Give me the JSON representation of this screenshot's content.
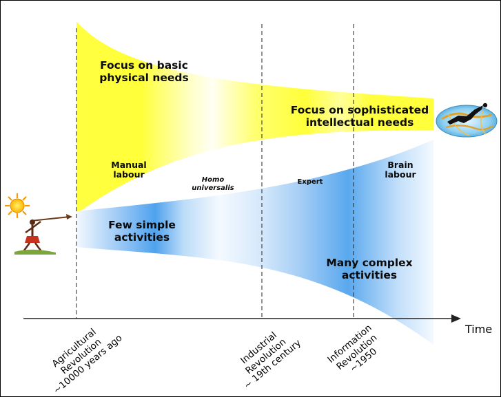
{
  "bands": {
    "top_start": "Focus on basic physical needs",
    "top_start_line1": "Focus on basic",
    "top_start_line2": "physical needs",
    "top_end_line1": "Focus on sophisticated",
    "top_end_line2": "intellectual needs",
    "bottom_start_line1": "Few simple",
    "bottom_start_line2": "activities",
    "bottom_end_line1": "Many complex",
    "bottom_end_line2": "activities"
  },
  "stages": {
    "manual_line1": "Manual",
    "manual_line2": "labour",
    "homo_line1": "Homo",
    "homo_line2": "universalis",
    "expert": "Expert",
    "brain_line1": "Brain",
    "brain_line2": "labour"
  },
  "axis": {
    "label": "Time"
  },
  "events": {
    "agricultural_line1": "Agricultural",
    "agricultural_line2": "Revolution",
    "agricultural_line3": "~10000 years ago",
    "industrial_line1": "Industrial",
    "industrial_line2": "Revolution",
    "industrial_line3": "~ 19th century",
    "information_line1": "Information",
    "information_line2": "Revolution",
    "information_line3": "~1950"
  },
  "colors": {
    "yellow": "#ffff33",
    "yellow_light": "#ffffd8",
    "blue": "#5aa8ee",
    "blue_light": "#eef6ff"
  },
  "icons": {
    "left": "sun-and-primitive-hunter-icon",
    "right": "flying-figure-over-globe-icon"
  }
}
